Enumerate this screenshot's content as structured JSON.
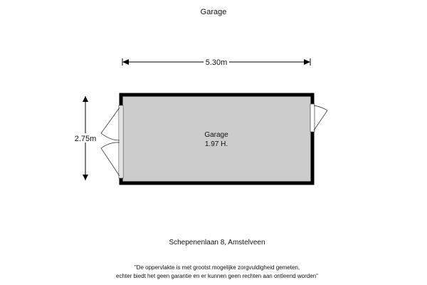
{
  "title": "Garage",
  "dimensions": {
    "width": "5.30m",
    "depth": "2.75m"
  },
  "room": {
    "name": "Garage",
    "height": "1.97 H."
  },
  "address": "Schepenenlaan 8, Amstelveen",
  "disclaimer": {
    "line1": "\"De oppervlakte is met grootst mogelijke zorgvuldigheid gemeten,",
    "line2": "echter biedt het geen garantie en er kunnen geen rechten aan ontleend worden\""
  },
  "colors": {
    "wall": "#000000",
    "floor": "#cccccc"
  }
}
